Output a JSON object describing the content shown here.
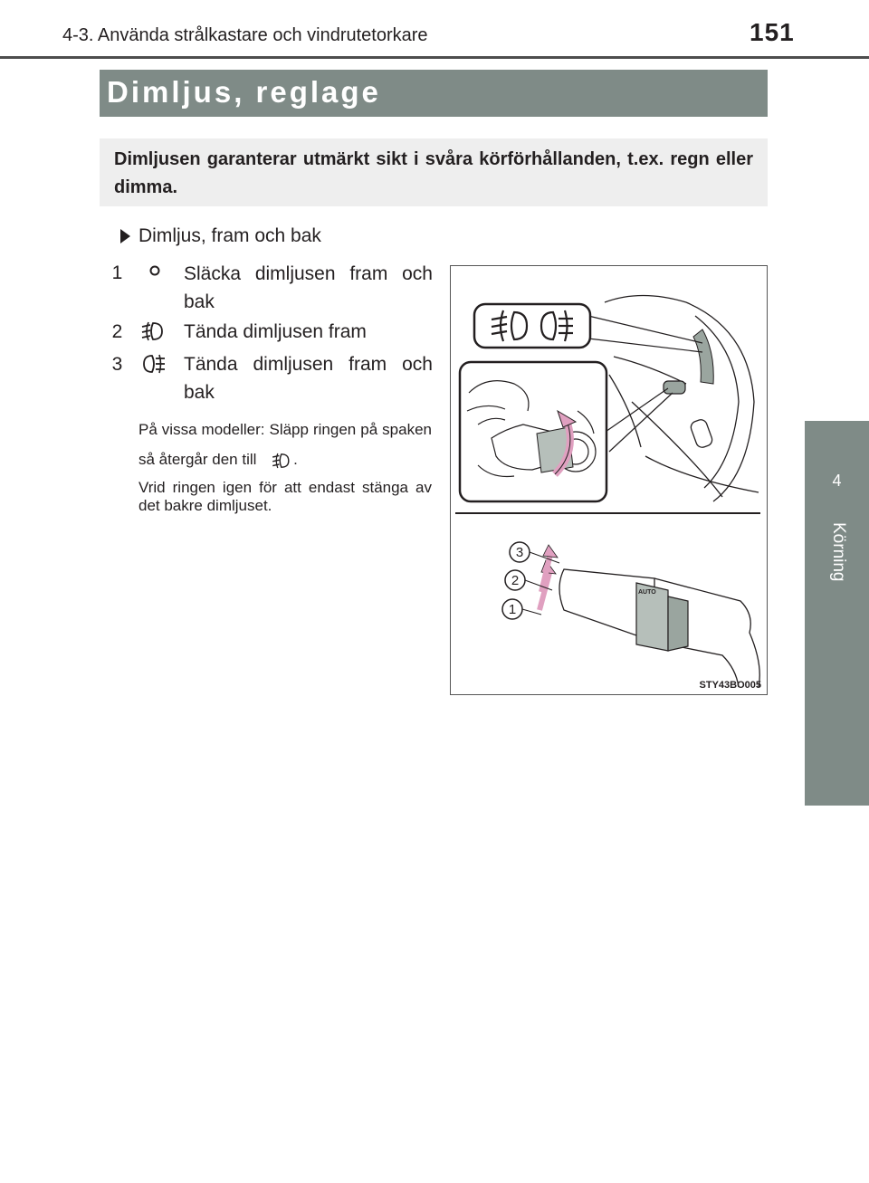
{
  "header": {
    "section": "4-3. Använda strålkastare och vindrutetorkare",
    "page_number": "151"
  },
  "side_tab": {
    "chapter_number": "4",
    "chapter_label": "Körning"
  },
  "title": "Dimljus, reglage",
  "intro": "Dimljusen garanterar utmärkt sikt i svåra körförhållanden, t.ex. regn eller dimma.",
  "subheading": "Dimljus, fram och bak",
  "items": [
    {
      "number": "1",
      "icon": "off-position-icon",
      "text": "Släcka dimljusen fram och bak"
    },
    {
      "number": "2",
      "icon": "front-fog-light-icon",
      "text": "Tända dimljusen fram"
    },
    {
      "number": "3",
      "icon": "rear-fog-light-icon",
      "text": "Tända dimljusen fram och bak"
    }
  ],
  "notes": {
    "release_before": "På vissa modeller: Släpp ringen på spaken så återgår den till",
    "release_after": ".",
    "rotate": "Vrid ringen igen för att endast stänga av det bakre dimljuset."
  },
  "figure": {
    "code": "STY43BO005",
    "callouts": [
      "3",
      "2",
      "1"
    ],
    "switch_labels": {
      "auto": "AUTO"
    }
  }
}
